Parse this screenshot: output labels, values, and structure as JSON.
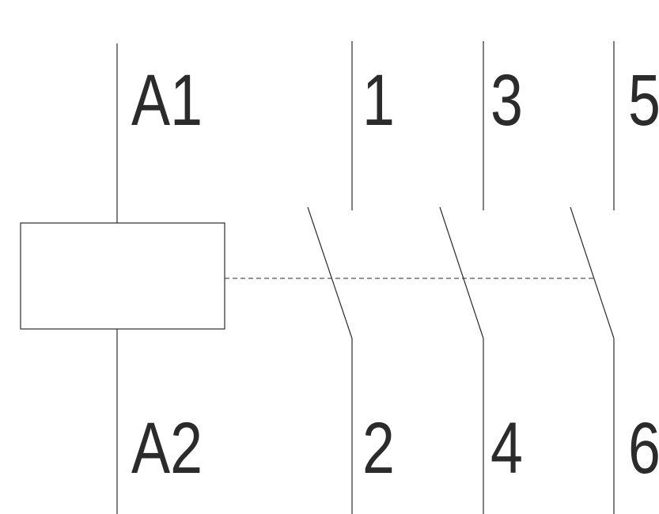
{
  "diagram": {
    "coil": {
      "top_terminal": "A1",
      "bottom_terminal": "A2"
    },
    "poles": [
      {
        "line_terminal": "1",
        "load_terminal": "2"
      },
      {
        "line_terminal": "3",
        "load_terminal": "4"
      },
      {
        "line_terminal": "5",
        "load_terminal": "6"
      }
    ],
    "colors": {
      "line": "#2b2b2b",
      "background": "#ffffff"
    }
  }
}
